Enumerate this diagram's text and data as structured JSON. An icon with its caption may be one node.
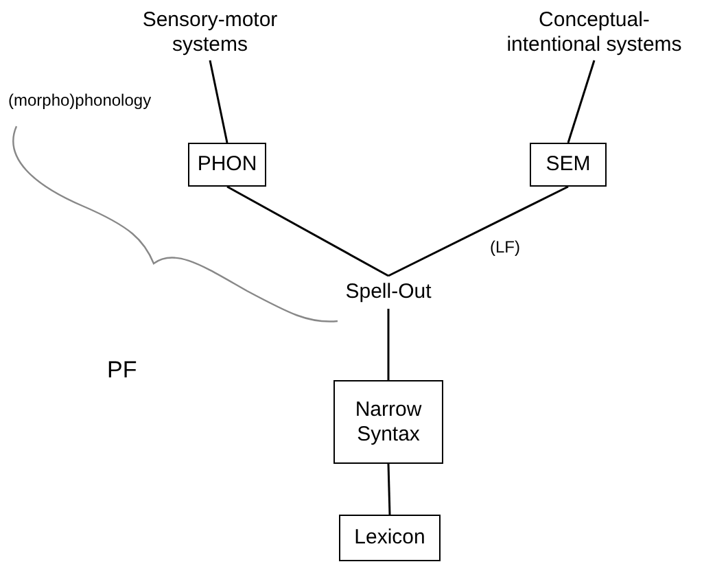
{
  "diagram": {
    "nodes": [
      {
        "text": [
          "Sensory-motor systems"
        ]
      },
      {
        "text": [
          "Conceptual-intentional systems"
        ]
      },
      {
        "text": [
          "PHON"
        ]
      },
      {
        "text": [
          "SEM"
        ]
      },
      {
        "text": [
          "Spell-Out"
        ]
      },
      {
        "text": [
          "Narrow Syntax"
        ]
      },
      {
        "text": [
          "Lexicon"
        ]
      }
    ],
    "edges": [
      {
        "from": 0,
        "to": 2,
        "arrow": "none"
      },
      {
        "from": 1,
        "to": 3,
        "arrow": "none"
      },
      {
        "from": 2,
        "to": 4,
        "arrow": "none"
      },
      {
        "from": 3,
        "to": 4,
        "arrow": "none"
      },
      {
        "from": 4,
        "to": 5,
        "arrow": "none"
      },
      {
        "from": 5,
        "to": 6,
        "arrow": "none"
      }
    ],
    "labels": [
      "(morpho)phonology",
      "PF",
      "(LF)"
    ]
  }
}
